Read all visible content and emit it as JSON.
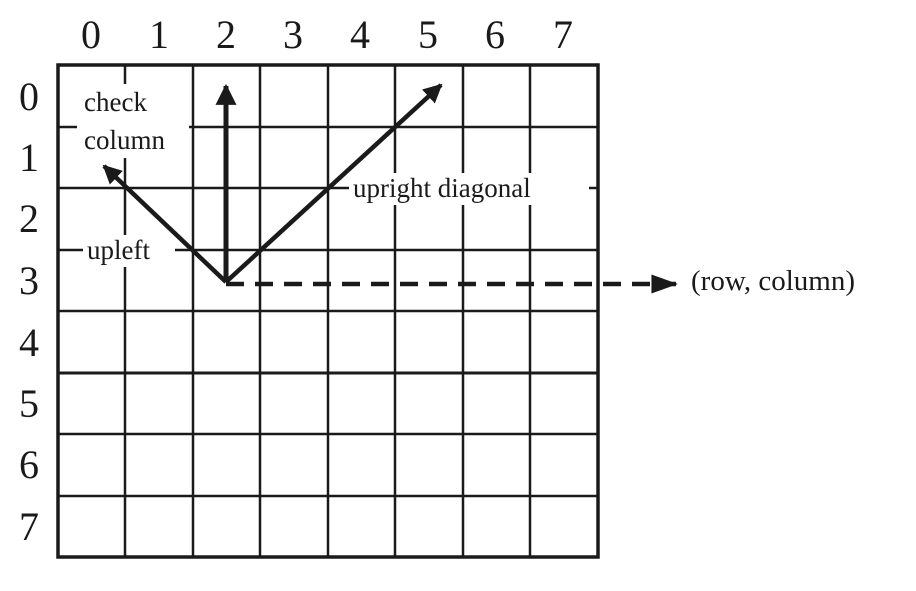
{
  "column_numbers": [
    "0",
    "1",
    "2",
    "3",
    "4",
    "5",
    "6",
    "7"
  ],
  "row_numbers": [
    "0",
    "1",
    "2",
    "3",
    "4",
    "5",
    "6",
    "7"
  ],
  "labels": {
    "check_column_line1": "check",
    "check_column_line2": "column",
    "upleft": "upleft",
    "upright_diagonal": "upright diagonal",
    "row_column": "(row, column)"
  },
  "colors": {
    "ink": "#1a1a1a",
    "background": "#ffffff"
  }
}
